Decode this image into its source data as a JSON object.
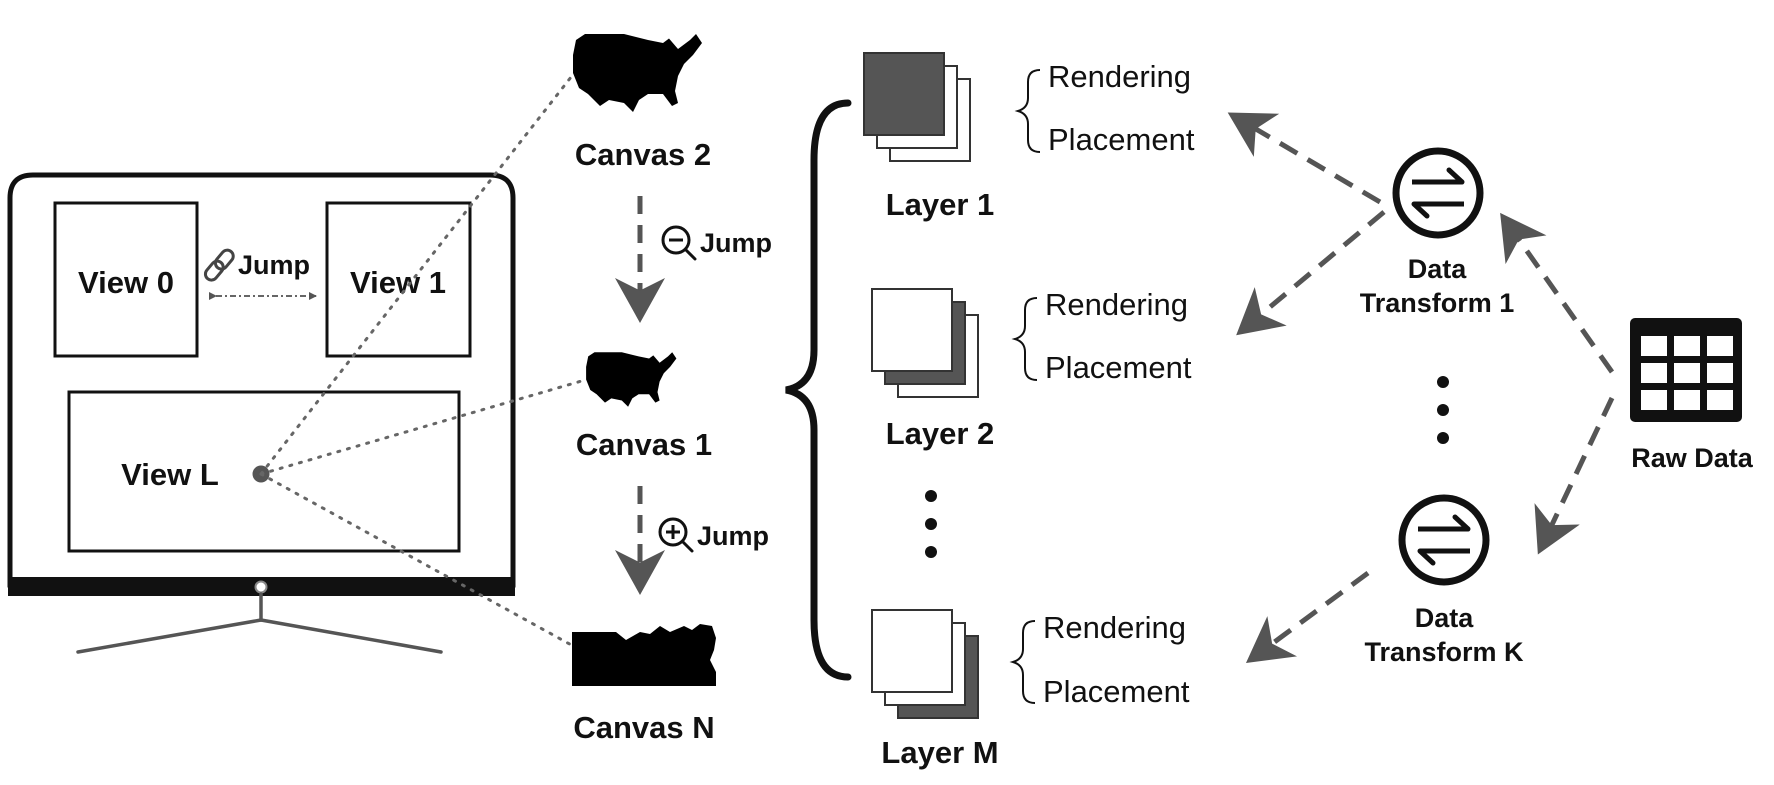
{
  "monitor": {
    "views": [
      "View 0",
      "View 1",
      "View L"
    ],
    "jump_label": "Jump"
  },
  "canvases": [
    "Canvas 2",
    "Canvas 1",
    "Canvas N"
  ],
  "canvas_jumps": [
    "Jump",
    "Jump"
  ],
  "layers": [
    {
      "label": "Layer 1",
      "rendering": "Rendering",
      "placement": "Placement"
    },
    {
      "label": "Layer 2",
      "rendering": "Rendering",
      "placement": "Placement"
    },
    {
      "label": "Layer M",
      "rendering": "Rendering",
      "placement": "Placement"
    }
  ],
  "transforms": [
    {
      "line1": "Data",
      "line2": "Transform 1"
    },
    {
      "line1": "Data",
      "line2": "Transform K"
    }
  ],
  "raw_data": "Raw Data",
  "icons": [
    "link-icon",
    "zoom-out-icon",
    "zoom-in-icon",
    "us-map-icon",
    "layer-stack-icon",
    "exchange-icon",
    "table-icon"
  ],
  "colors": {
    "ink": "#111111",
    "arrow": "#555555",
    "dots": "#666666",
    "layer_fill": "#555555"
  }
}
